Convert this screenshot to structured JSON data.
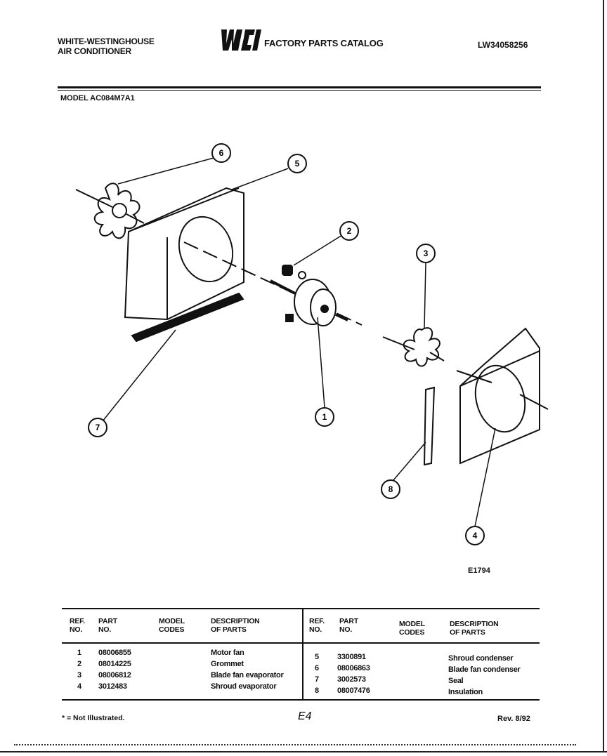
{
  "header": {
    "brand_line1": "WHITE-WESTINGHOUSE",
    "brand_line2": "AIR CONDITIONER",
    "catalog_title": "FACTORY PARTS CATALOG",
    "catalog_number": "LW34058256",
    "model_label": "MODEL AC084M7A1"
  },
  "diagram": {
    "callouts": [
      "6",
      "5",
      "2",
      "3",
      "1",
      "7",
      "8",
      "4"
    ],
    "drawing_code": "E1794"
  },
  "table": {
    "left_headers": {
      "ref": [
        "REF.",
        "NO."
      ],
      "part": [
        "PART",
        "NO."
      ],
      "model": [
        "MODEL",
        "CODES"
      ],
      "desc": [
        "DESCRIPTION",
        "OF PARTS"
      ]
    },
    "right_headers": {
      "ref": [
        "REF.",
        "NO."
      ],
      "part": [
        "PART",
        "NO."
      ],
      "model": [
        "MODEL",
        "CODES"
      ],
      "desc": [
        "DESCRIPTION",
        "OF PARTS"
      ]
    },
    "left_rows": [
      {
        "ref": "1",
        "part": "08006855",
        "desc": "Motor fan"
      },
      {
        "ref": "2",
        "part": "08014225",
        "desc": "Grommet"
      },
      {
        "ref": "3",
        "part": "08006812",
        "desc": "Blade fan evaporator"
      },
      {
        "ref": "4",
        "part": "3012483",
        "desc": "Shroud evaporator"
      }
    ],
    "right_rows": [
      {
        "ref": "5",
        "part": "3300891",
        "desc": "Shroud condenser"
      },
      {
        "ref": "6",
        "part": "08006863",
        "desc": "Blade fan condenser"
      },
      {
        "ref": "7",
        "part": "3002573",
        "desc": "Seal"
      },
      {
        "ref": "8",
        "part": "08007476",
        "desc": "Insulation"
      }
    ]
  },
  "footer": {
    "footnote": "* = Not Illustrated.",
    "page_number": "E4",
    "revision": "Rev. 8/92"
  }
}
